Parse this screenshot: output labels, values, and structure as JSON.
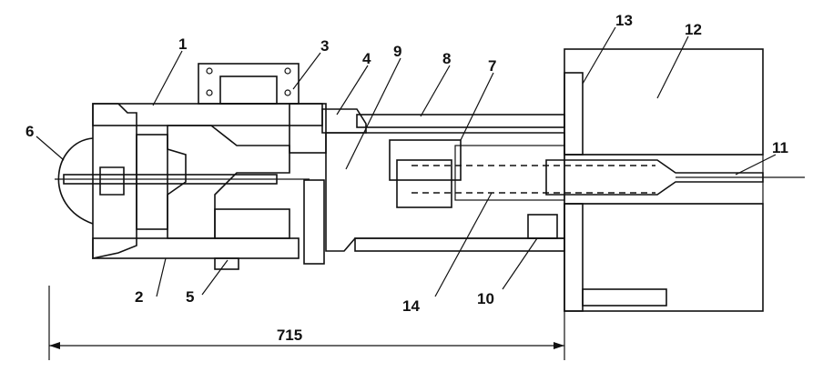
{
  "figure": {
    "callouts": [
      {
        "id": "c1",
        "text": "1"
      },
      {
        "id": "c2",
        "text": "2"
      },
      {
        "id": "c3",
        "text": "3"
      },
      {
        "id": "c4",
        "text": "4"
      },
      {
        "id": "c5",
        "text": "5"
      },
      {
        "id": "c6",
        "text": "6"
      },
      {
        "id": "c7",
        "text": "7"
      },
      {
        "id": "c8",
        "text": "8"
      },
      {
        "id": "c9",
        "text": "9"
      },
      {
        "id": "c10",
        "text": "10"
      },
      {
        "id": "c11",
        "text": "11"
      },
      {
        "id": "c12",
        "text": "12"
      },
      {
        "id": "c13",
        "text": "13"
      },
      {
        "id": "c14",
        "text": "14"
      }
    ],
    "dimension": {
      "text": "715"
    }
  }
}
